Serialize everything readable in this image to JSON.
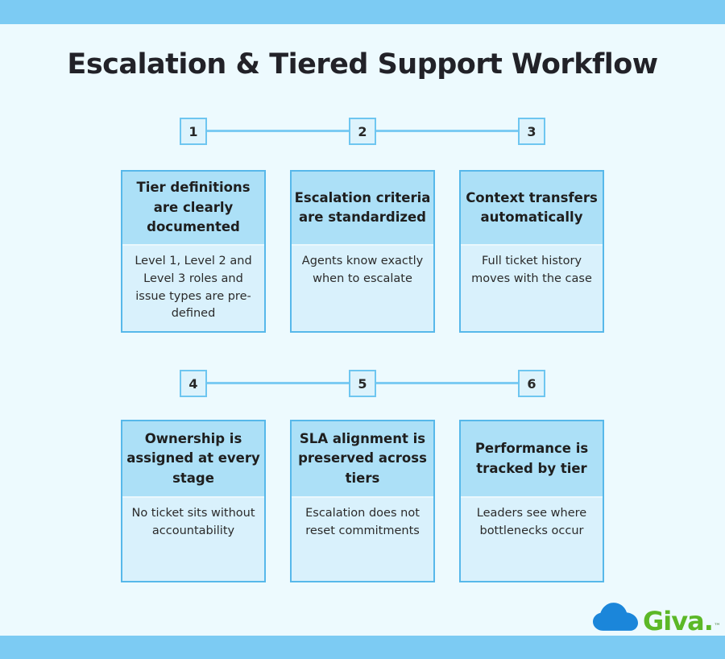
{
  "title": "Escalation & Tiered Support Workflow",
  "rows": [
    {
      "steps": [
        {
          "number": "1",
          "heading": "Tier definitions are clearly documented",
          "body": "Level 1, Level 2 and Level 3 roles and issue types are pre-defined"
        },
        {
          "number": "2",
          "heading": "Escalation criteria are standardized",
          "body": "Agents know exactly when to escalate"
        },
        {
          "number": "3",
          "heading": "Context transfers automatically",
          "body": "Full ticket history moves with the case"
        }
      ]
    },
    {
      "steps": [
        {
          "number": "4",
          "heading": "Ownership is assigned at every stage",
          "body": "No ticket sits without accountability"
        },
        {
          "number": "5",
          "heading": "SLA alignment is preserved across tiers",
          "body": "Escalation does not reset commitments"
        },
        {
          "number": "6",
          "heading": "Performance is tracked by tier",
          "body": "Leaders see where bottlenecks occur"
        }
      ]
    }
  ],
  "logo": {
    "brand": "Giva.",
    "trademark": "™",
    "icon": "cloud-icon",
    "cloud_color": "#1b86da",
    "brand_color": "#5cb827"
  },
  "colors": {
    "frame_bar": "#7ccbf3",
    "background": "#edfafe",
    "card_header_bg": "#ace0f7",
    "card_body_bg": "#d9f1fc",
    "card_border": "#57b8ea",
    "badge_bg": "#ddf3fc",
    "badge_border": "#6ec6f0",
    "title_text": "#222228"
  }
}
